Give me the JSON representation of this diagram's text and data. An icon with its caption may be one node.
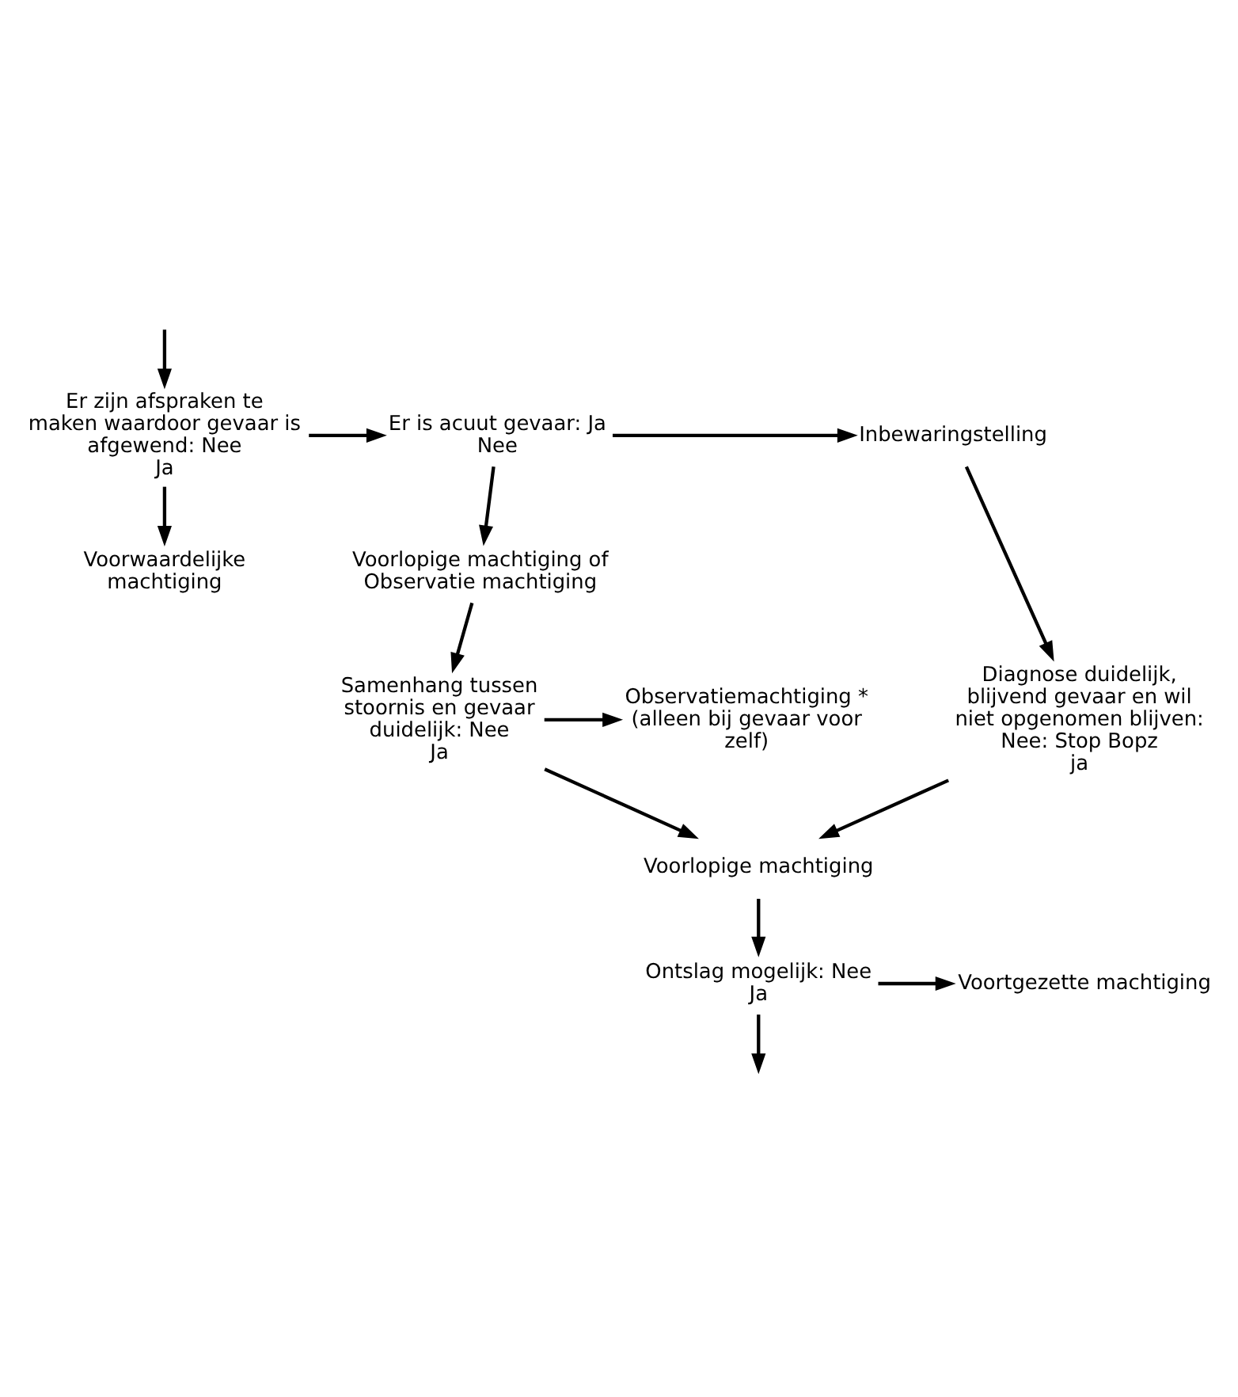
{
  "diagram": {
    "nodes": [
      {
        "text": [
          "Er zijn afspraken te maken waardoor gevaar is afgewend: Nee",
          "Ja"
        ]
      },
      {
        "text": [
          "Er is acuut gevaar: Ja",
          "Nee"
        ]
      },
      {
        "text": [
          "Inbewaringstelling"
        ]
      },
      {
        "text": [
          "Voorwaardelijke machtiging"
        ]
      },
      {
        "text": [
          "Voorlopige machtiging of Observatie machtiging"
        ]
      },
      {
        "text": [
          "Diagnose duidelijk, blijvend gevaar en wil niet opgenomen blijven: Nee: Stop Bopz",
          "ja"
        ]
      },
      {
        "text": [
          "Samenhang tussen stoornis en gevaar duidelijk: Nee",
          "Ja"
        ]
      },
      {
        "text": [
          "Observatiemachtiging * (alleen bij gevaar voor zelf)"
        ]
      },
      {
        "text": [
          "Voorlopige machtiging"
        ]
      },
      {
        "text": [
          "Ontslag mogelijk: Nee",
          "Ja"
        ]
      },
      {
        "text": [
          "Voortgezette machtiging"
        ]
      }
    ],
    "edges": [
      {
        "from": null,
        "to": 0,
        "arrow": "to"
      },
      {
        "from": 0,
        "to": 1,
        "arrow": "to"
      },
      {
        "from": 1,
        "to": 2,
        "arrow": "to"
      },
      {
        "from": 0,
        "to": 3,
        "arrow": "to"
      },
      {
        "from": 1,
        "to": 4,
        "arrow": "to"
      },
      {
        "from": 2,
        "to": 5,
        "arrow": "to"
      },
      {
        "from": 5,
        "to": 8,
        "arrow": "to"
      },
      {
        "from": 4,
        "to": 6,
        "arrow": "to"
      },
      {
        "from": 6,
        "to": 7,
        "arrow": "to"
      },
      {
        "from": 6,
        "to": 8,
        "arrow": "to"
      },
      {
        "from": 8,
        "to": 9,
        "arrow": "to"
      },
      {
        "from": 9,
        "to": 10,
        "arrow": "to"
      },
      {
        "from": 9,
        "to": null,
        "arrow": "to"
      }
    ]
  }
}
